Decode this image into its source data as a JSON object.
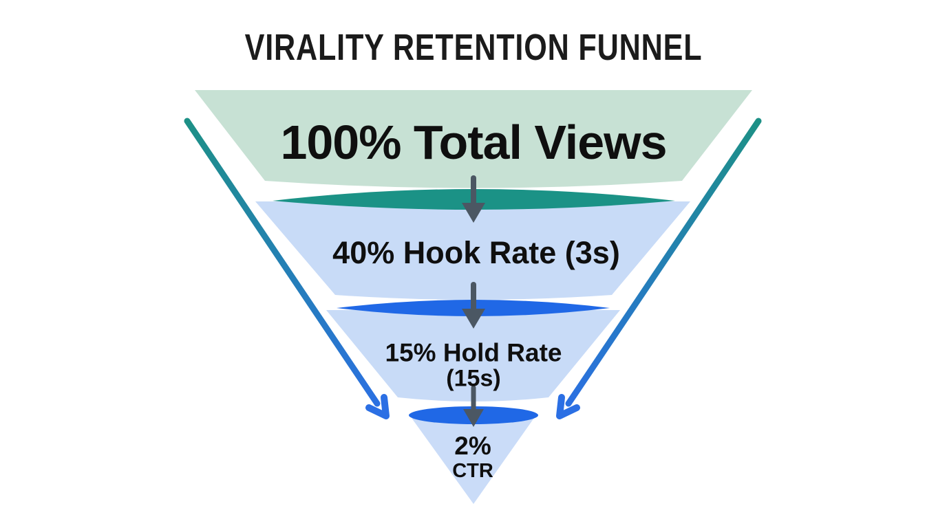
{
  "title": "VIRALITY RETENTION FUNNEL",
  "chart_data": {
    "type": "funnel",
    "title": "VIRALITY RETENTION FUNNEL",
    "orientation": "inverted-triangle",
    "stages": [
      {
        "metric": "Total Views",
        "value_pct": 100,
        "display": "100% Total Views"
      },
      {
        "metric": "Hook Rate (3s)",
        "value_pct": 40,
        "display": "40% Hook Rate (3s)"
      },
      {
        "metric": "Hold Rate (15s)",
        "value_pct": 15,
        "display": "15% Hold Rate (15s)"
      },
      {
        "metric": "CTR",
        "value_pct": 2,
        "display": "2% CTR"
      }
    ],
    "legend": "none",
    "annotations": "downward flow arrows between stages; two side arrows converging toward funnel tip"
  },
  "funnel": {
    "stage1_line1": "100% Total Views",
    "stage2_line1": "40% Hook Rate (3s)",
    "stage3_line1": "15% Hold Rate",
    "stage3_line2": "(15s)",
    "stage4_line1": "2%",
    "stage4_line2": "CTR"
  },
  "colors": {
    "background": "#ffffff",
    "stage1_fill": "#c7e1d4",
    "stage2_fill": "#c8dbf7",
    "stage3_fill": "#c8dbf7",
    "stage4_fill": "#cadcf8",
    "band1_teal": "#1b9286",
    "band2_blue": "#2068e6",
    "band3_blue": "#2068e6",
    "flow_arrow_gray": "#4b5763",
    "side_arrow_start_teal": "#1d9086",
    "side_arrow_end_blue": "#2b6fe4",
    "title_text": "#1b1b1b",
    "label_text": "#0f0f0f"
  }
}
